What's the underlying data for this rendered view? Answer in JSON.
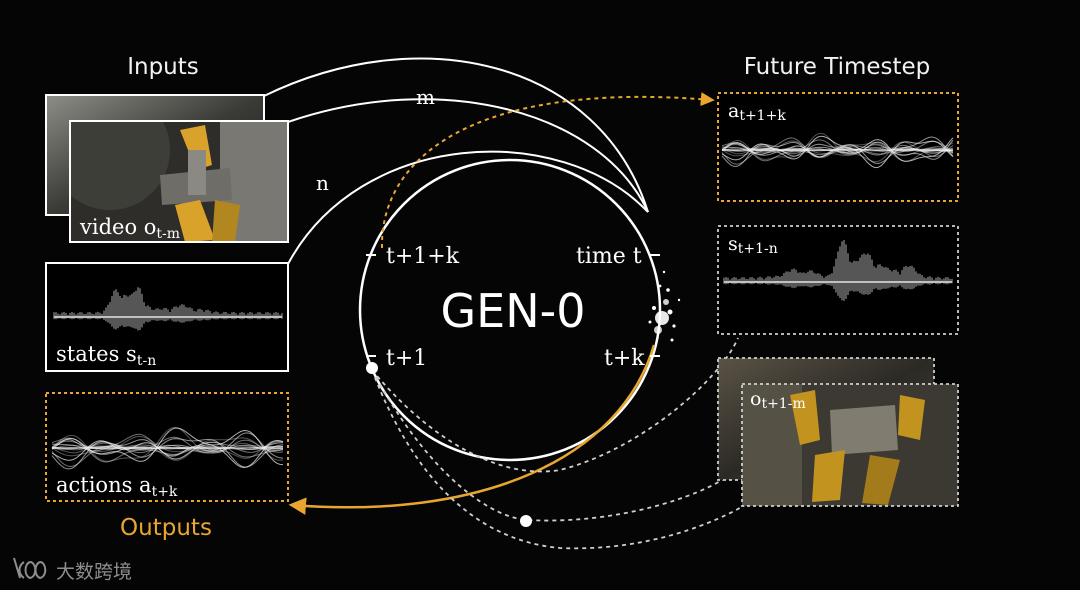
{
  "headings": {
    "inputs": "Inputs",
    "future": "Future Timestep",
    "outputs": "Outputs"
  },
  "model": {
    "name": "GEN-0"
  },
  "inputs": {
    "video": {
      "label": "video o",
      "sub": "t-m"
    },
    "states": {
      "label": "states s",
      "sub": "t-n"
    },
    "actions": {
      "label": "actions a",
      "sub": "t+k"
    }
  },
  "future": {
    "action": {
      "label": "a",
      "sub": "t+1+k"
    },
    "state": {
      "label": "s",
      "sub": "t+1-n"
    },
    "obs": {
      "label": "o",
      "sub": "t+1-m"
    }
  },
  "circle_labels": {
    "t1k": "t+1+k",
    "time_t": "time t",
    "t1": "t+1",
    "tk": "t+k"
  },
  "horizons": {
    "m": "m",
    "n": "n"
  },
  "watermark": {
    "text": "大数跨境"
  },
  "colors": {
    "background": "#050505",
    "stroke": "#ffffff",
    "accent": "#e8a630",
    "dashed_gray": "#cfcfcf"
  }
}
